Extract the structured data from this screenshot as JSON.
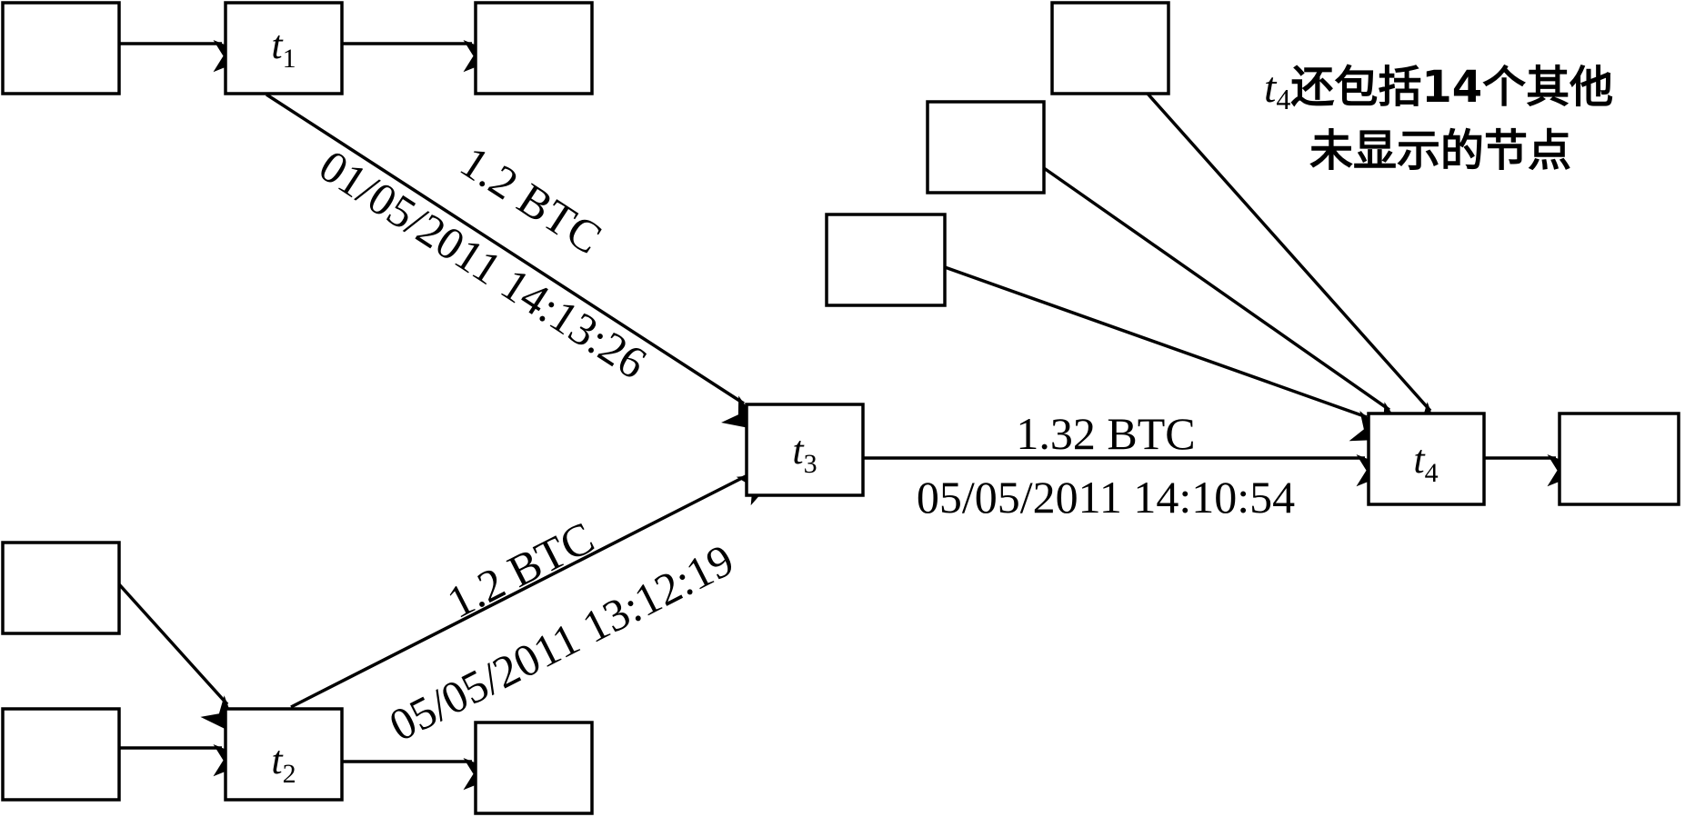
{
  "nodes": {
    "t1": {
      "name": "t",
      "subscript": "1"
    },
    "t2": {
      "name": "t",
      "subscript": "2"
    },
    "t3": {
      "name": "t",
      "subscript": "3"
    },
    "t4": {
      "name": "t",
      "subscript": "4"
    }
  },
  "edges": {
    "t1_t3": {
      "amount": "1.2 BTC",
      "timestamp": "01/05/2011 14:13:26"
    },
    "t2_t3": {
      "amount": "1.2 BTC",
      "timestamp": "05/05/2011 13:12:19"
    },
    "t3_t4": {
      "amount": "1.32 BTC",
      "timestamp": "05/05/2011 14:10:54"
    }
  },
  "note": {
    "node_name": "t",
    "node_subscript": "4",
    "line1_rest": "还包括14个其他",
    "line2": "未显示的节点"
  }
}
